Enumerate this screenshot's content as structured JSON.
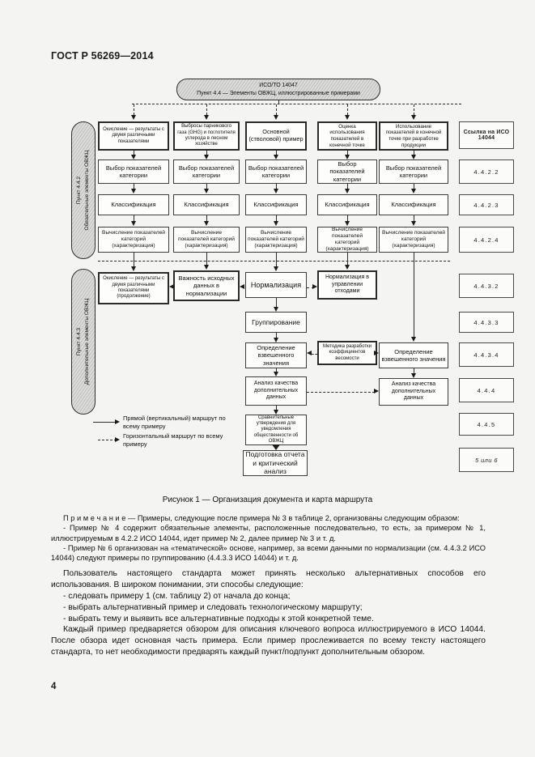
{
  "page": {
    "header": "ГОСТ Р 56269—2014",
    "number": "4",
    "background": "#f4f4f2"
  },
  "figure": {
    "root_line1": "ИСО/ТО 14047",
    "root_line2": "Пункт 4.4 — Элементы ОВЖЦ, иллюстрированные примерами",
    "band1_label1": "Пункт 4.4.2",
    "band1_label2": "Обязательные элементы ОВЖЦ",
    "band2_label1": "Пункт 4.4.3",
    "band2_label2": "Дополнительные элементы ОВЖЦ",
    "ref_header": "Ссылка на ИСО 14044",
    "examples": [
      "Окисление — результаты с двумя различными показателями",
      "Выбросы парникового газа (GHG) и поглотителя углерода в лесном хозяйстве",
      "Основной (стволовой) пример",
      "Оценка использования показателей в конечной точке",
      "Использование показателей в конечной точке при разработке продукции"
    ],
    "step_select": "Выбор показателей категории",
    "step_classify": "Классификация",
    "step_calc": "Вычисление показателей категорий (характеризация)",
    "cont_example": "Окисление — результаты с двумя различными показателями (продолжение)",
    "importance": "Важность исходных данных в нормализации",
    "normalization": "Нормализация",
    "norm_waste": "Нормализация в управлении отходами",
    "grouping": "Группирование",
    "weighting": "Определение взвешенного значения",
    "weight_method": "Методика разработки коэффициентов весомости",
    "quality": "Анализ качества дополнительных данных",
    "comparative": "Сравнительные утверждения для уведомления общественности об ОВЖЦ",
    "report": "Подготовка отчета и критический анализ",
    "refs": [
      "4.4.2.2",
      "4.4.2.3",
      "4.4.2.4",
      "4.4.3.2",
      "4.4.3.3",
      "4.4.3.4",
      "4.4.4",
      "4.4.5",
      "5 или 6"
    ],
    "legend": [
      "Прямой (вертикальный) маршрут по всему примеру",
      "Горизонтальный маршрут по всему примеру"
    ],
    "caption": "Рисунок 1 — Организация документа и карта маршрута"
  },
  "body": {
    "note_head": "П р и м е ч а н и е  — Примеры, следующие после примера № 3 в таблице 2, организованы следующим образом:",
    "note_item1": "- Пример № 4 содержит обязательные элементы, расположенные последовательно, то есть, за примером № 1, иллюстрируемым в 4.2.2 ИСО 14044, идет пример № 2, далее пример № 3 и т. д.",
    "note_item2": "- Пример № 6 организован на «тематической» основе, например, за всеми данными по нормализации (см. 4.4.3.2 ИСО 14044) следуют примеры по группированию (4.4.3.3 ИСО 14044) и т. д.",
    "para1": "Пользователь настоящего стандарта может принять несколько альтернативных способов его использования. В широком понимании, эти способы следующие:",
    "li1": "- следовать примеру 1 (см. таблицу 2) от начала до конца;",
    "li2": "- выбрать альтернативный пример и следовать технологическому маршруту;",
    "li3": "- выбрать тему и выявить все альтернативные подходы к этой конкретной теме.",
    "para2": "Каждый пример предваряется обзором для описания ключевого вопроса иллюстрируемого в ИСО 14044. После обзора идет основная часть примера. Если пример прослеживается по всему тексту настоящего стандарта, то нет необходимости предварять каждый пункт/подпункт дополнительным обзором."
  }
}
